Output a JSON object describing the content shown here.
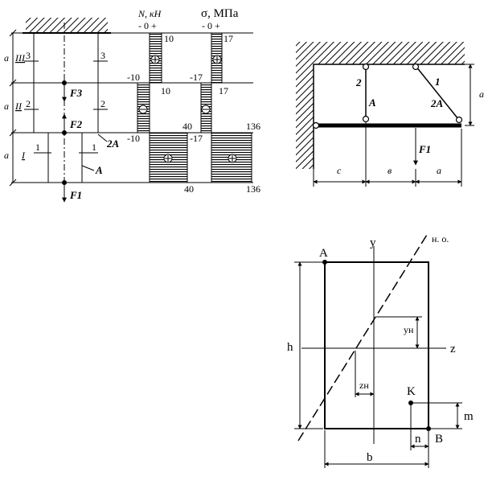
{
  "fig1": {
    "header_N": "N, кН",
    "header_sigma": "σ, МПа",
    "header_scale_N": "- 0 +",
    "header_scale_sigma": "- 0 +",
    "dim_a": "a",
    "sec_III": "III",
    "sec_II": "II",
    "sec_I": "I",
    "cut3": "3",
    "cut2": "2",
    "cut1": "1",
    "F3": "F3",
    "F2": "F2",
    "F1": "F1",
    "area_2A": "2A",
    "area_A": "A",
    "N_values": [
      "10",
      "-10",
      "10",
      "-10",
      "40",
      "40"
    ],
    "sigma_values": [
      "17",
      "-17",
      "17",
      "-17",
      "136",
      "136"
    ]
  },
  "fig2": {
    "rod1": "1",
    "rod2": "2",
    "area_A": "A",
    "area_2A": "2A",
    "dim_a": "a",
    "F1": "F1",
    "dim_c": "c",
    "dim_b": "в",
    "dim_a2": "a"
  },
  "fig3": {
    "axis_y": "y",
    "axis_z": "z",
    "neutral_axis": "н. о.",
    "point_A": "A",
    "point_B": "B",
    "point_K": "K",
    "dim_h": "h",
    "dim_b": "b",
    "dim_m": "m",
    "dim_n": "n",
    "yn": "yн",
    "zn": "zн"
  }
}
